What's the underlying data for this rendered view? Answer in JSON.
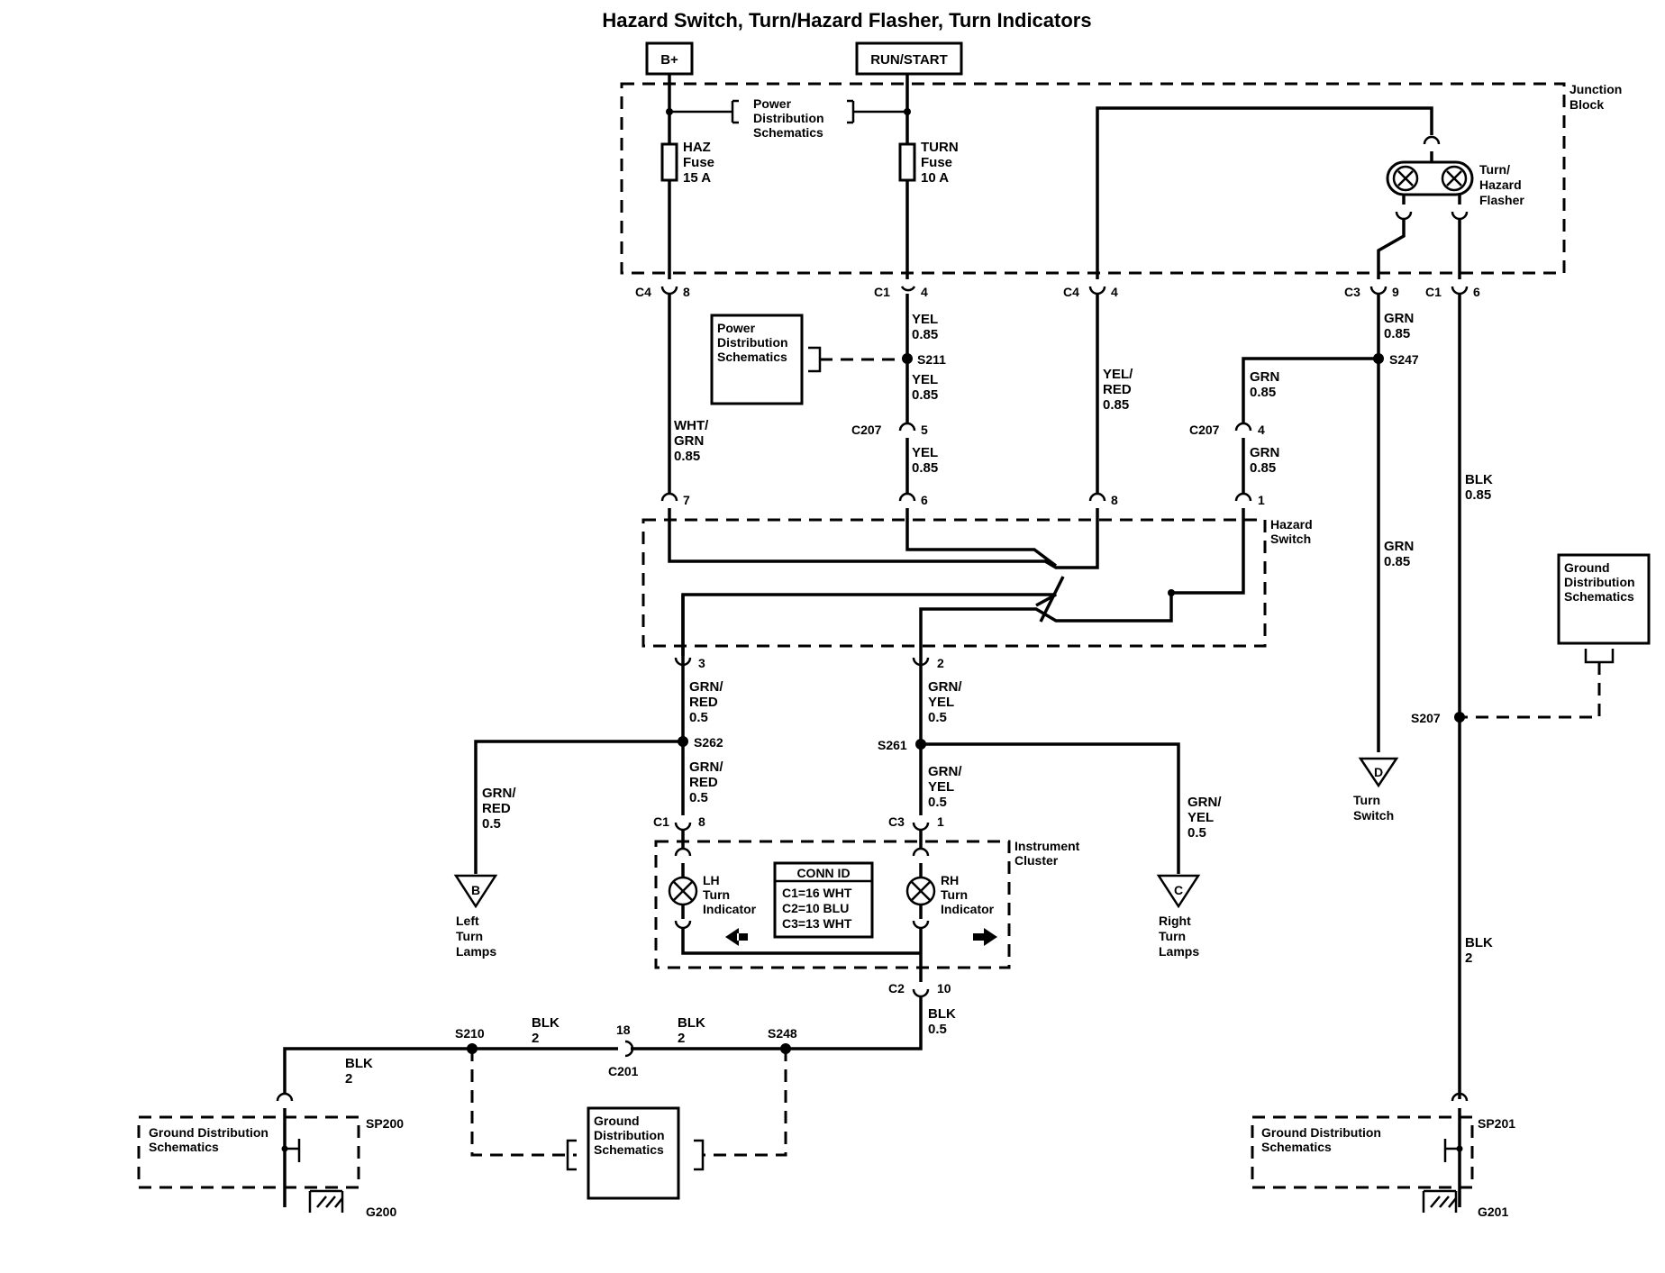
{
  "title": "Hazard Switch, Turn/Hazard Flasher, Turn Indicators",
  "power": {
    "bplus": "B+",
    "runstart": "RUN/START"
  },
  "junction_block": {
    "label1": "Junction",
    "label2": "Block"
  },
  "power_dist": {
    "l1": "Power",
    "l2": "Distribution",
    "l3": "Schematics"
  },
  "ground_dist": {
    "l1": "Ground",
    "l2": "Distribution",
    "l3": "Schematics",
    "inline": "Ground Distribution"
  },
  "haz_fuse": {
    "l1": "HAZ",
    "l2": "Fuse",
    "l3": "15 A"
  },
  "turn_fuse": {
    "l1": "TURN",
    "l2": "Fuse",
    "l3": "10 A"
  },
  "flasher": {
    "l1": "Turn/",
    "l2": "Hazard",
    "l3": "Flasher"
  },
  "hazard_switch": {
    "l1": "Hazard",
    "l2": "Switch"
  },
  "instrument_cluster": {
    "l1": "Instrument",
    "l2": "Cluster"
  },
  "lh_indicator": {
    "l1": "LH",
    "l2": "Turn",
    "l3": "Indicator"
  },
  "rh_indicator": {
    "l1": "RH",
    "l2": "Turn",
    "l3": "Indicator"
  },
  "conn_id": {
    "header": "CONN ID",
    "c1": "C1=16 WHT",
    "c2": "C2=10 BLU",
    "c3": "C3=13 WHT"
  },
  "connectors": {
    "c4": "C4",
    "c1": "C1",
    "c3": "C3",
    "c2": "C2",
    "c207": "C207",
    "c201": "C201",
    "p8": "8",
    "p4": "4",
    "p9": "9",
    "p6": "6",
    "p5": "5",
    "p7": "7",
    "p1": "1",
    "p3": "3",
    "p2": "2",
    "p10": "10",
    "p18": "18"
  },
  "splices": {
    "s211": "S211",
    "s247": "S247",
    "s262": "S262",
    "s261": "S261",
    "s207": "S207",
    "s210": "S210",
    "s248": "S248",
    "sp200": "SP200",
    "sp201": "SP201"
  },
  "grounds": {
    "g200": "G200",
    "g201": "G201"
  },
  "wires": {
    "yel": "YEL",
    "g085": "0.85",
    "g05": "0.5",
    "g2": "2",
    "wht_grn_1": "WHT/",
    "wht_grn_2": "GRN",
    "yel_red_1": "YEL/",
    "yel_red_2": "RED",
    "grn": "GRN",
    "blk": "BLK",
    "grn_red_1": "GRN/",
    "grn_red_2": "RED",
    "grn_yel_1": "GRN/",
    "grn_yel_2": "YEL"
  },
  "offpage": {
    "b": {
      "letter": "B",
      "l1": "Left",
      "l2": "Turn",
      "l3": "Lamps"
    },
    "c": {
      "letter": "C",
      "l1": "Right",
      "l2": "Turn",
      "l3": "Lamps"
    },
    "d": {
      "letter": "D",
      "l1": "Turn",
      "l2": "Switch"
    }
  }
}
